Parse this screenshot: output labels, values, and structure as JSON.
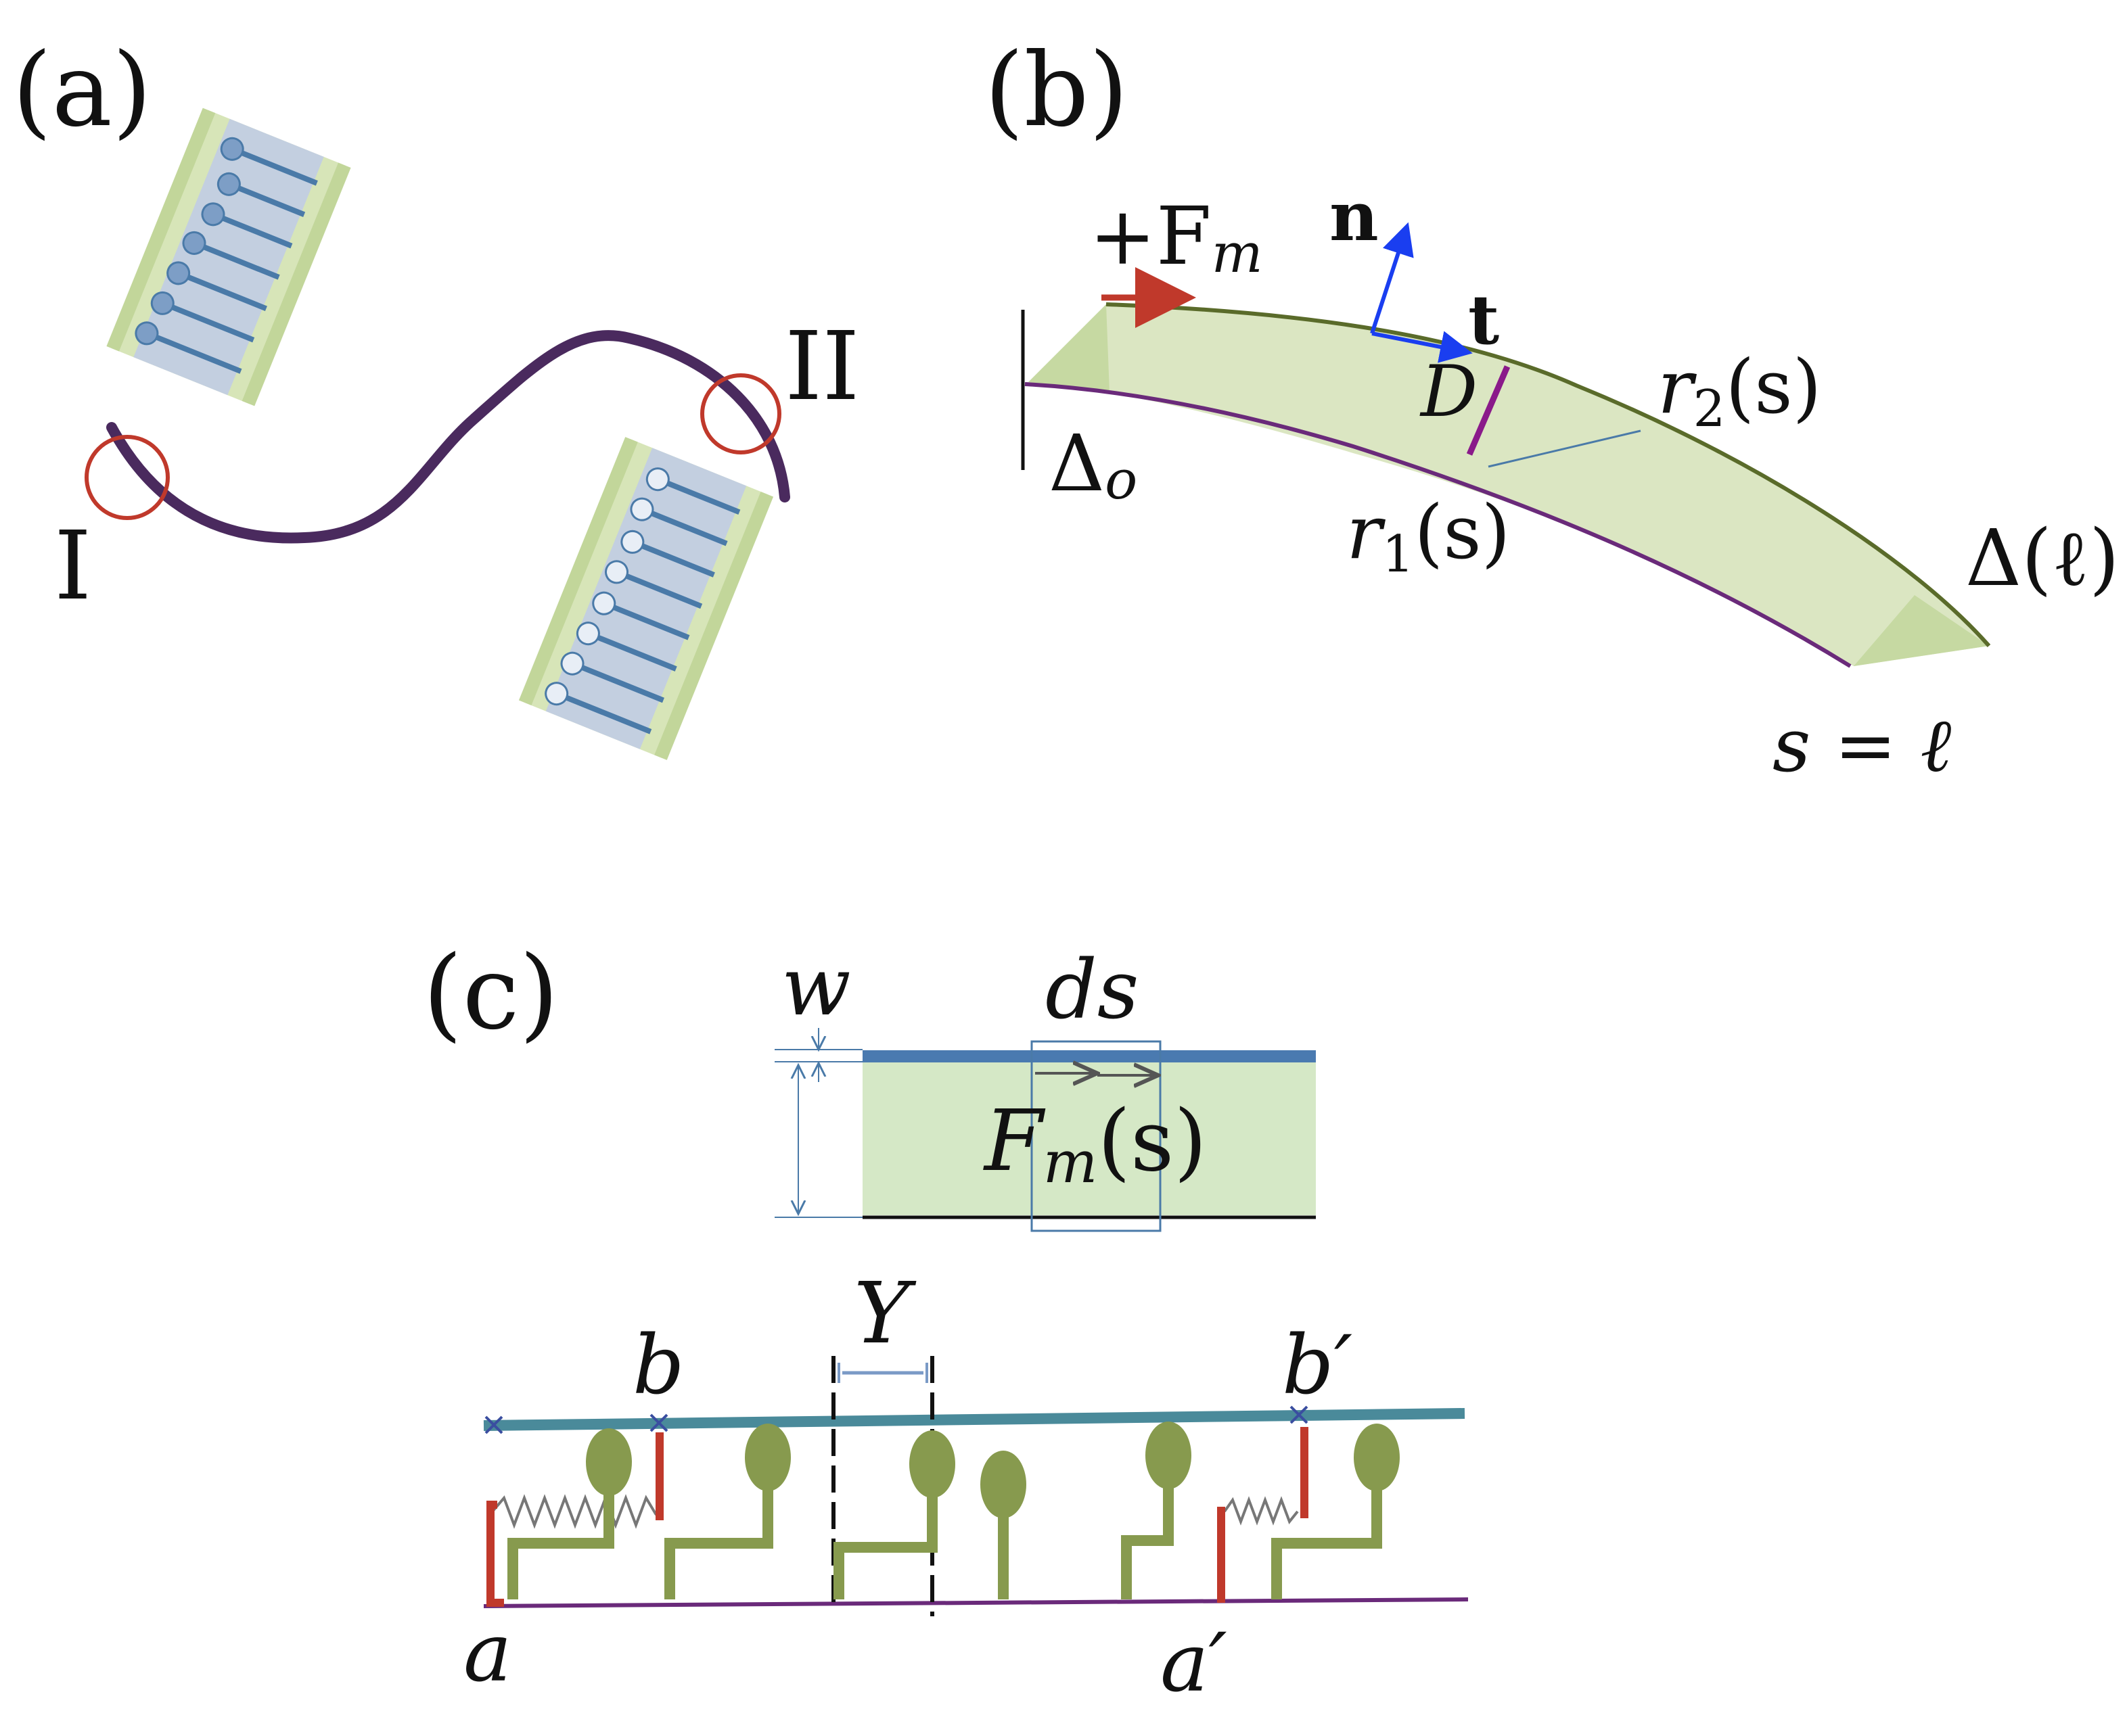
{
  "panels": {
    "a": {
      "tag": "(a)",
      "circle_labels": [
        "I",
        "II"
      ]
    },
    "b": {
      "tag": "(b)",
      "force_label": "+F",
      "force_sub": "m",
      "normal_label": "n",
      "tangent_label": "t",
      "D_label": "D",
      "delta_o": "Δ",
      "delta_o_sub": "o",
      "r1": "r",
      "r1_sub": "1",
      "r1_arg": "(s)",
      "r2": "r",
      "r2_sub": "2",
      "r2_arg": "(s)",
      "delta_l": "Δ(ℓ)",
      "s_eq_l": "s = ℓ"
    },
    "c": {
      "tag": "(c)",
      "w_label": "w",
      "ds_label": "ds",
      "fm_label": "F",
      "fm_sub": "m",
      "fm_arg": "(s)",
      "Y_label": "Y",
      "b_label": "b",
      "b_prime_label": "b′",
      "a_label": "a",
      "a_prime_label": "a′"
    }
  },
  "colors": {
    "filament": "#4a2a5e",
    "circle": "#c0392b",
    "green_fill": "#d9e8c0",
    "green_dark": "#5a6b2a",
    "purple_edge": "#6a2a7a",
    "force_arrow": "#c0392b",
    "vector_arrow": "#1a3ef0",
    "steel_blue": "#4a7aa8",
    "motor_green": "#879a4e",
    "crosslink_red": "#c0392b",
    "actin_top": "#4a8a9a",
    "actin_bottom": "#6a2a7a"
  }
}
